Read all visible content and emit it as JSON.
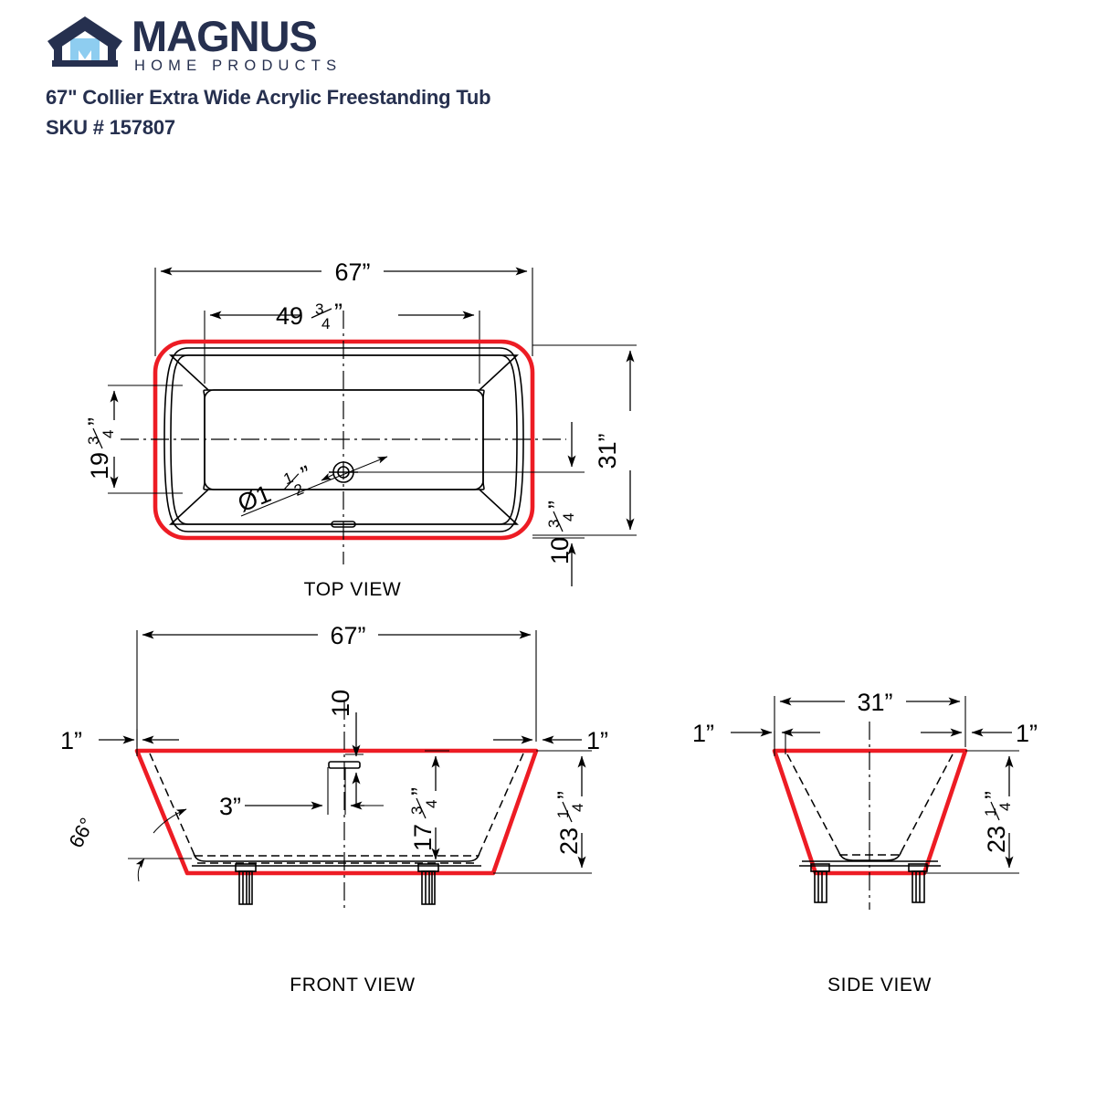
{
  "brand": {
    "logo_icon": "house-logo-icon",
    "name": "MAGNUS",
    "tagline": "HOME PRODUCTS",
    "navy": "#26304f"
  },
  "header": {
    "product_title": "67\" Collier Extra Wide Acrylic Freestanding Tub",
    "sku": "SKU # 157807"
  },
  "colors": {
    "outline_red": "#ed1c24",
    "line_black": "#000000",
    "background": "#ffffff"
  },
  "views": {
    "top": {
      "label": "TOP VIEW",
      "dimensions": {
        "overall_length": "67”",
        "inner_length": "49 ¾”",
        "inner_width": "19 ¾”",
        "overall_width": "31”",
        "drain_offset": "10 ¾”",
        "drain_diameter": "Ø1 ½”"
      }
    },
    "front": {
      "label": "FRONT VIEW",
      "dimensions": {
        "overall_length": "67”",
        "rim_left": "1”",
        "rim_right": "1”",
        "overflow_drop": "10",
        "overflow_offset": "3”",
        "interior_depth": "17 ¾”",
        "overall_height": "23 ¼”",
        "wall_angle": "66°"
      }
    },
    "side": {
      "label": "SIDE VIEW",
      "dimensions": {
        "overall_width": "31”",
        "rim_left": "1”",
        "rim_right": "1”",
        "overall_height": "23 ¼”"
      }
    }
  },
  "fractions": {
    "three_quarter": {
      "num": "3",
      "den": "4"
    },
    "one_quarter": {
      "num": "1",
      "den": "4"
    },
    "one_half": {
      "num": "1",
      "den": "2"
    }
  }
}
